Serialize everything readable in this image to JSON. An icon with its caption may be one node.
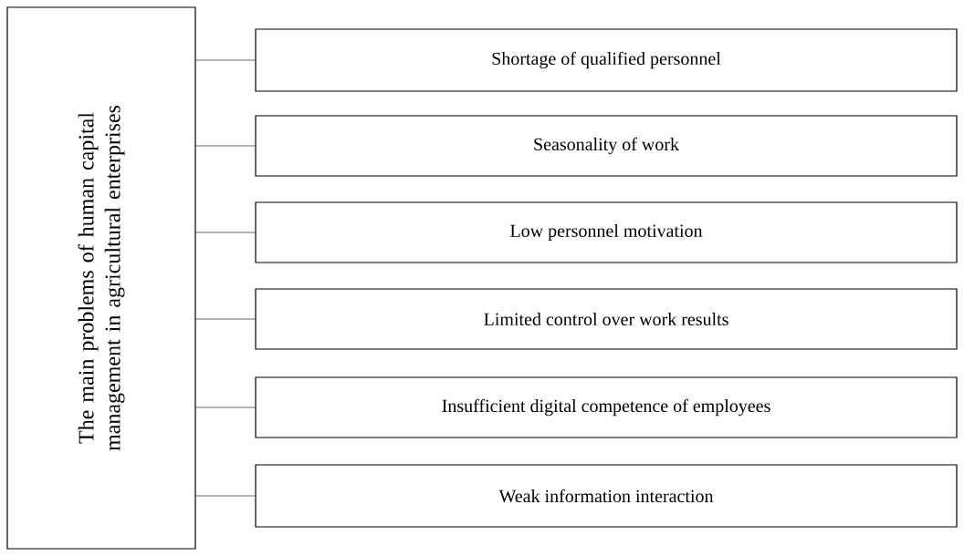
{
  "diagram": {
    "nodes": [
      {
        "text": [
          "The main problems of human capital management in agricultural enterprises"
        ]
      },
      {
        "text": [
          "Shortage of qualified personnel"
        ]
      },
      {
        "text": [
          "Seasonality of work"
        ]
      },
      {
        "text": [
          "Low personnel motivation"
        ]
      },
      {
        "text": [
          "Limited control over work results"
        ]
      },
      {
        "text": [
          "Insufficient digital competence of employees"
        ]
      },
      {
        "text": [
          "Weak information interaction"
        ]
      }
    ],
    "edges": [
      {
        "from": 0,
        "to": 1,
        "arrow": "none"
      },
      {
        "from": 0,
        "to": 2,
        "arrow": "none"
      },
      {
        "from": 0,
        "to": 3,
        "arrow": "none"
      },
      {
        "from": 0,
        "to": 4,
        "arrow": "none"
      },
      {
        "from": 0,
        "to": 5,
        "arrow": "none"
      },
      {
        "from": 0,
        "to": 6,
        "arrow": "none"
      }
    ]
  }
}
